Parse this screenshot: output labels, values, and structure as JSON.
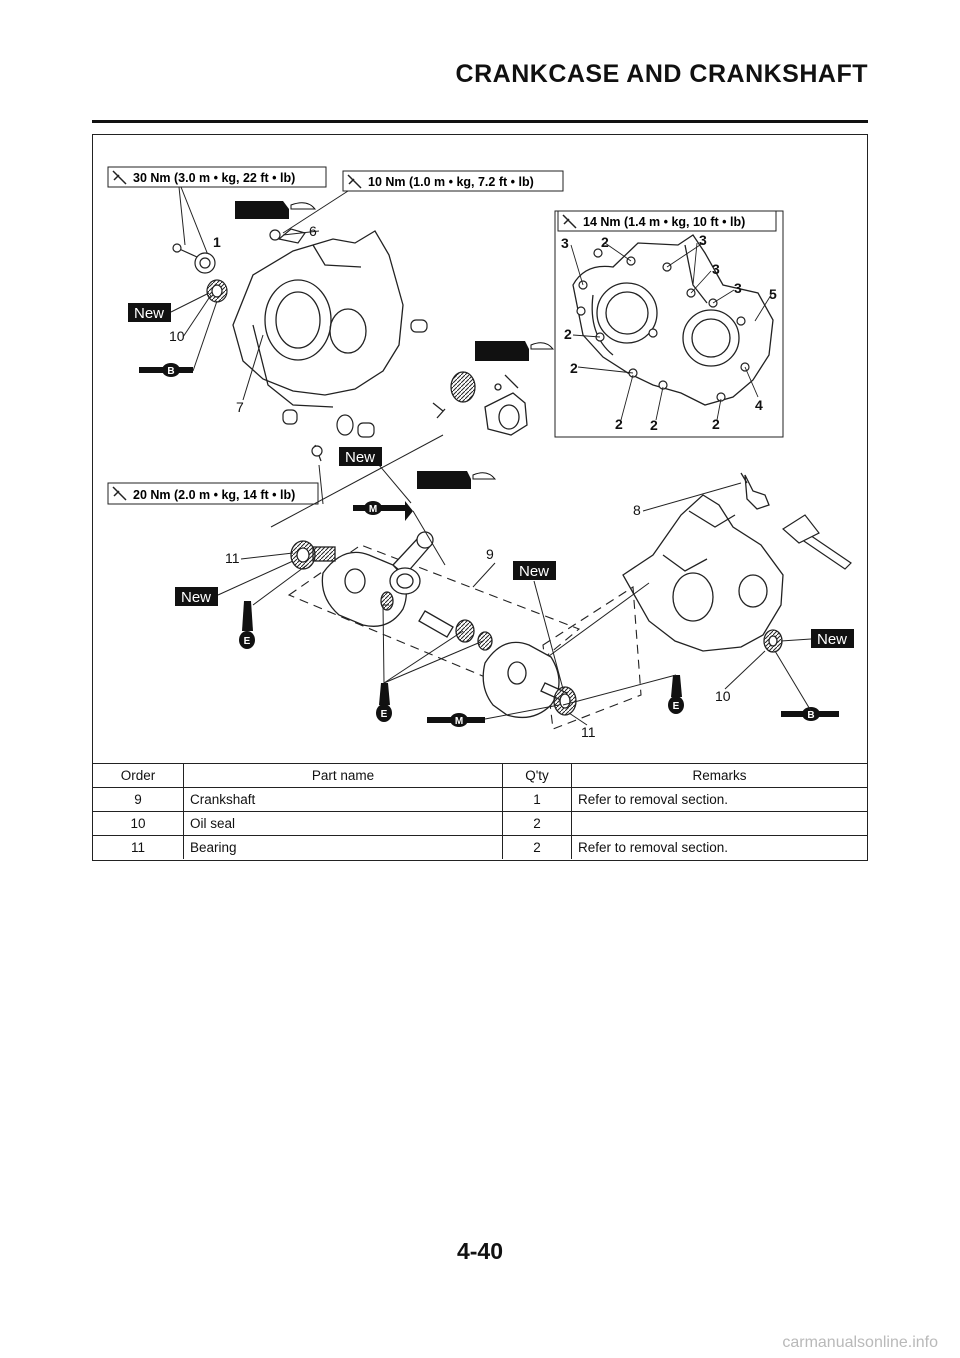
{
  "header": {
    "title": "CRANKCASE AND CRANKSHAFT"
  },
  "figure": {
    "torque_labels": {
      "t1": "30 Nm (3.0 m • kg, 22 ft • lb)",
      "t2": "10 Nm (1.0 m • kg, 7.2 ft • lb)",
      "t3": "14 Nm (1.4 m • kg, 10 ft • lb)",
      "t4": "20 Nm (2.0 m • kg, 14 ft • lb)"
    },
    "new_badge": "New",
    "grease_b": "B",
    "grease_e": "E",
    "grease_m": "M",
    "callouts": {
      "c1": "1",
      "c2": "2",
      "c3": "3",
      "c4": "4",
      "c5": "5",
      "c6": "6",
      "c7": "7",
      "c8": "8",
      "c9": "9",
      "c10": "10",
      "c11": "11"
    }
  },
  "table": {
    "headers": {
      "order": "Order",
      "part_name": "Part name",
      "qty": "Q'ty",
      "remarks": "Remarks"
    },
    "rows": [
      {
        "order": "9",
        "part_name": "Crankshaft",
        "qty": "1",
        "remarks": "Refer to removal section."
      },
      {
        "order": "10",
        "part_name": "Oil seal",
        "qty": "2",
        "remarks": ""
      },
      {
        "order": "11",
        "part_name": "Bearing",
        "qty": "2",
        "remarks": "Refer to removal section."
      }
    ]
  },
  "footer": {
    "page_number": "4-40",
    "watermark": "carmanualsonline.info"
  }
}
